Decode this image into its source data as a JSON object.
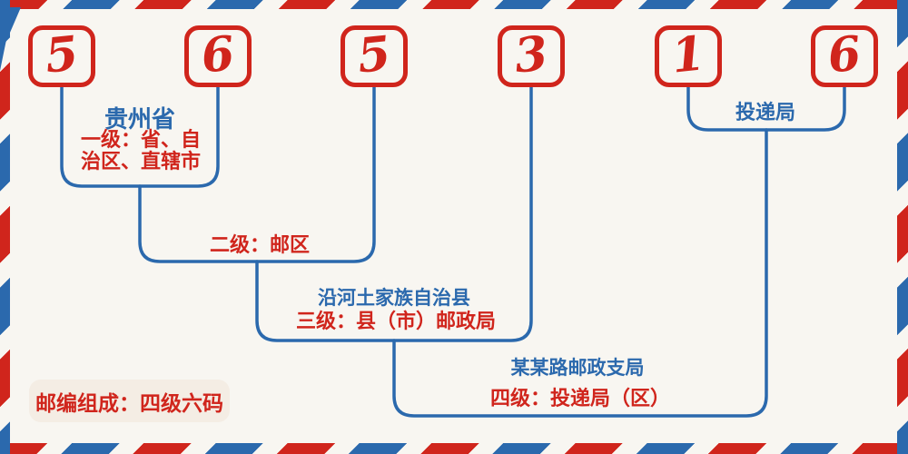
{
  "postal_code": {
    "digits": [
      "5",
      "6",
      "5",
      "3",
      "1",
      "6"
    ]
  },
  "levels": [
    {
      "place": "贵州省",
      "desc": "一级：省、自\n治区、直辖市"
    },
    {
      "desc": "二级：邮区"
    },
    {
      "place": "沿河土家族自治县",
      "desc": "三级：县（市）邮政局"
    },
    {
      "place": "某某路邮政支局",
      "desc": "四级：投递局（区）"
    }
  ],
  "delivery_office": {
    "label": "投递局"
  },
  "note": {
    "text": "邮编组成：四级六码"
  },
  "colors": {
    "red": "#d0251c",
    "blue": "#2b69ad",
    "background": "#f8f6f1",
    "note_background": "#f4ede4"
  }
}
